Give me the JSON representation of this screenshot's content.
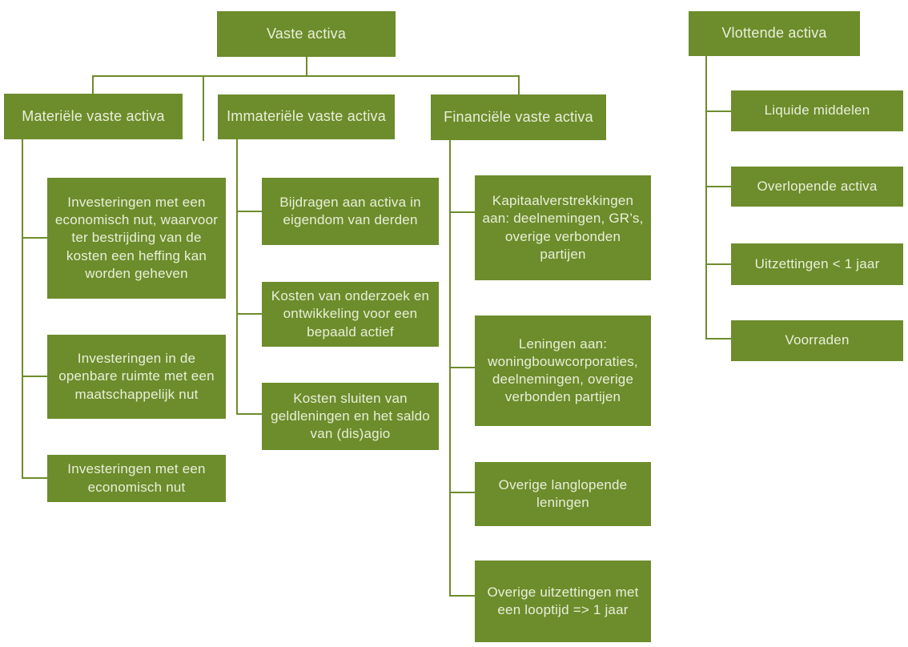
{
  "colors": {
    "background": "#FFFFFF",
    "box_fill": "#6D8C2B",
    "box_text": "#E9EFDA",
    "line": "#6D8C2B"
  },
  "vaste": {
    "root": "Vaste activa",
    "branches": [
      {
        "label": "Materiële vaste activa",
        "children": [
          "Investeringen met een economisch nut, waarvoor ter bestrijding van de kosten een heffing kan worden geheven",
          "Investeringen in de openbare ruimte met een maatschappelijk nut",
          "Investeringen met een economisch nut"
        ]
      },
      {
        "label": "Immateriële vaste activa",
        "children": [
          "Bijdragen aan activa in eigendom van derden",
          "Kosten van onderzoek en ontwikkeling voor een bepaald actief",
          "Kosten sluiten van geldleningen en het saldo van (dis)agio"
        ]
      },
      {
        "label": "Financiële vaste activa",
        "children": [
          "Kapitaalverstrekkingen aan: deelnemingen, GR’s, overige verbonden partijen",
          "Leningen aan: woningbouwcorporaties, deelnemingen, overige verbonden partijen",
          "Overige langlopende leningen",
          "Overige uitzettingen met een looptijd => 1 jaar"
        ]
      }
    ]
  },
  "vlottende": {
    "root": "Vlottende activa",
    "children": [
      "Liquide middelen",
      "Overlopende activa",
      "Uitzettingen < 1 jaar",
      "Voorraden"
    ]
  }
}
